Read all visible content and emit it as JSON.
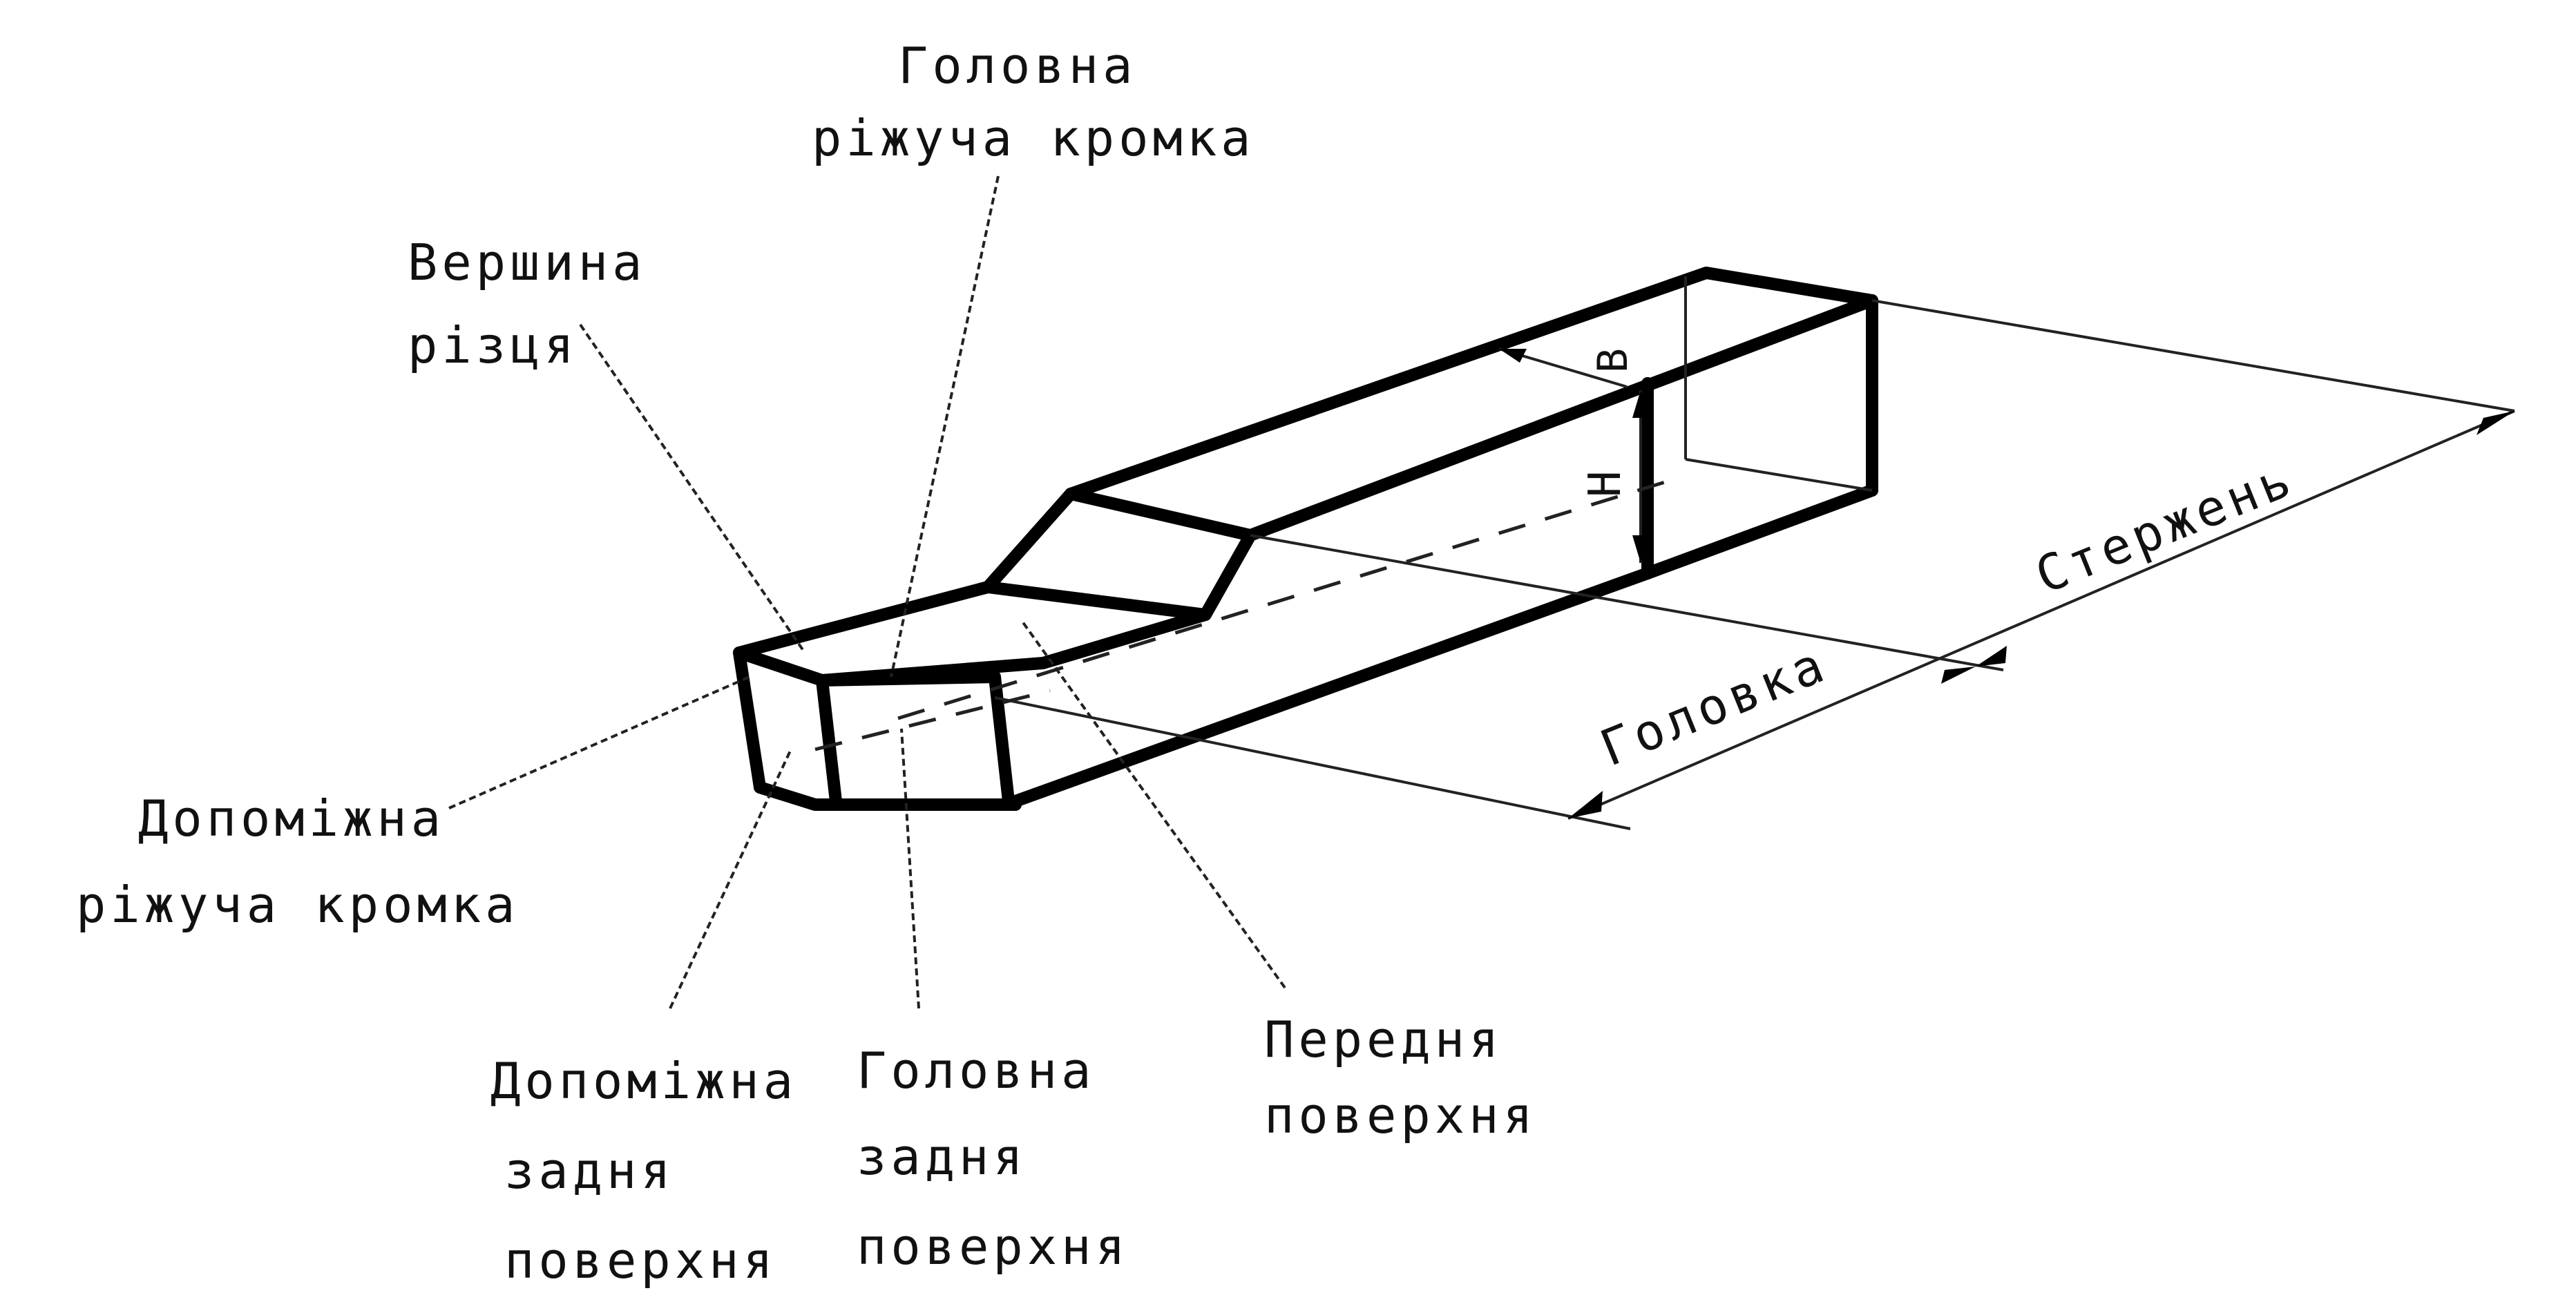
{
  "labels": {
    "main_cutting_edge_1": "Головна",
    "main_cutting_edge_2": "ріжуча кромка",
    "tip_1": "Вершина",
    "tip_2": "різця",
    "aux_cutting_edge_1": "Допоміжна",
    "aux_cutting_edge_2": "ріжуча кромка",
    "aux_flank_1": "Допоміжна",
    "aux_flank_2": "задня",
    "aux_flank_3": "поверхня",
    "main_flank_1": "Головна",
    "main_flank_2": "задня",
    "main_flank_3": "поверхня",
    "rake_face_1": "Передня",
    "rake_face_2": "поверхня",
    "head": "Головка",
    "shank": "Стержень",
    "height_symbol": "H",
    "width_symbol": "B"
  }
}
